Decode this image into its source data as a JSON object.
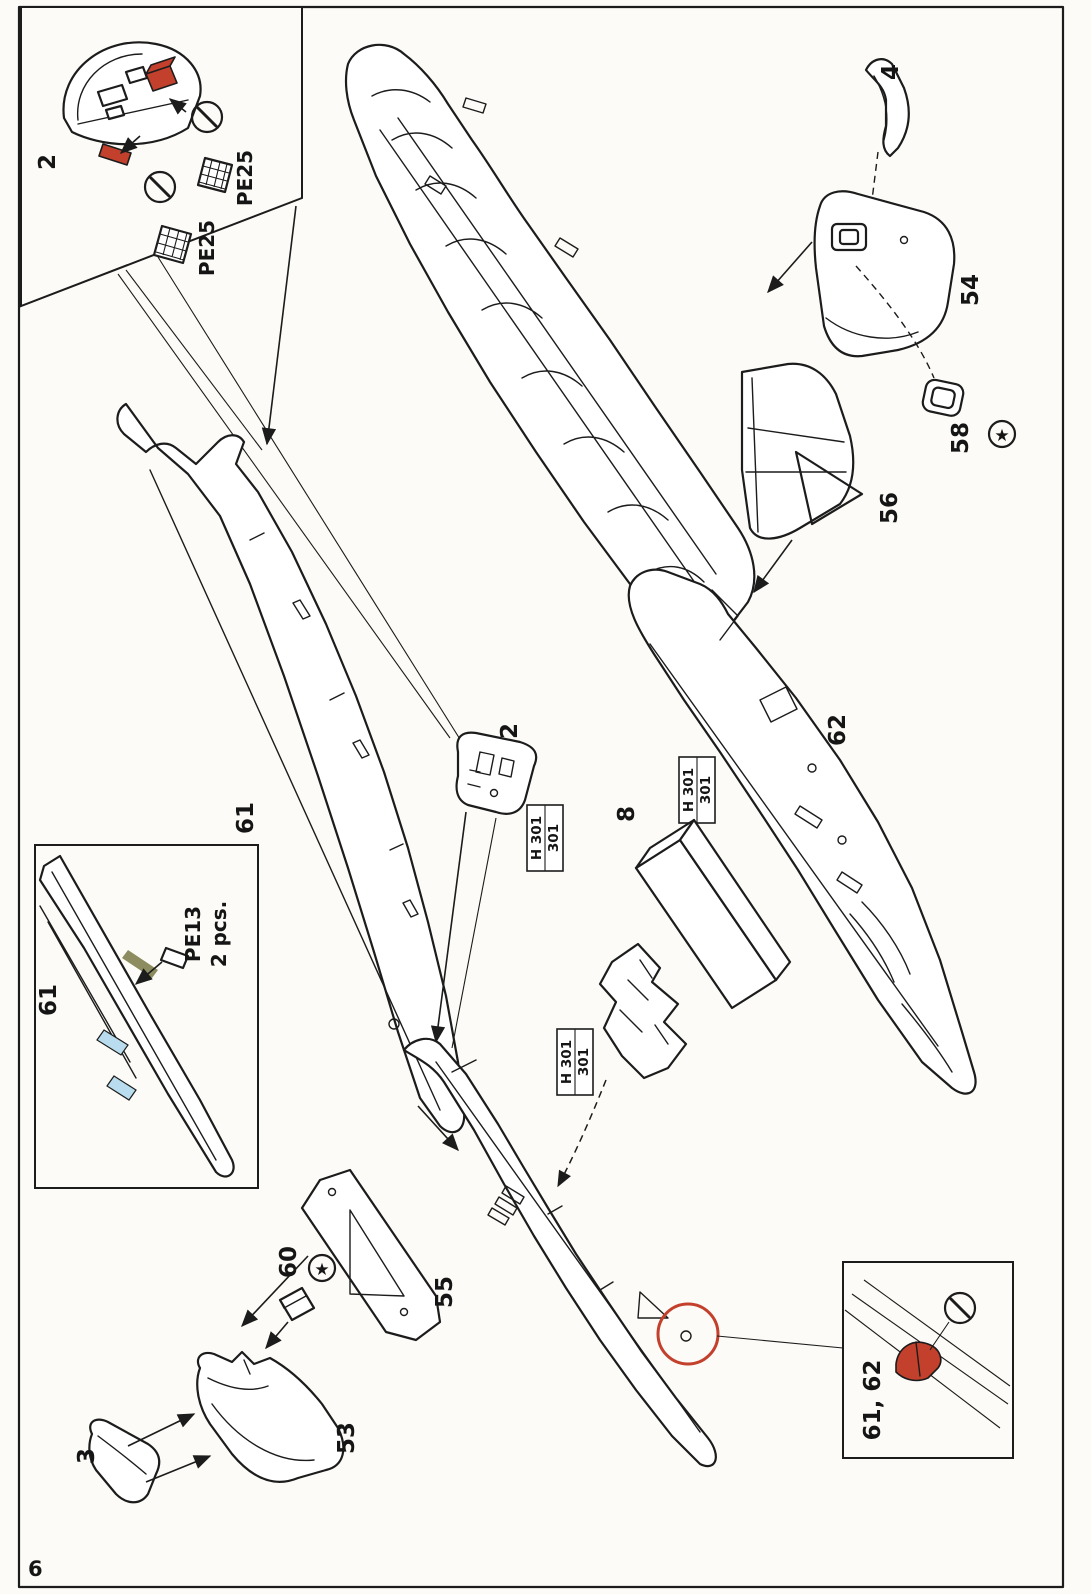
{
  "page": {
    "number": "6"
  },
  "colors": {
    "paper": "#fcfbf7",
    "ink": "#1c1c1c",
    "highlight_red": "#c2402c",
    "highlight_cyan": "#b9ddee",
    "pe_olive": "#8c8c60"
  },
  "symbols": {
    "star": "★"
  },
  "paint": {
    "line1": "H 301",
    "line2": "301"
  },
  "parts": {
    "p2": "2",
    "p3": "3",
    "p4": "4",
    "p8": "8",
    "p53": "53",
    "p54": "54",
    "p55": "55",
    "p56": "56",
    "p58": "58",
    "p60": "60",
    "p61": "61",
    "p62": "62"
  },
  "callouts": {
    "top_inset": {
      "part": "2",
      "pe_upper": "PE25",
      "pe_lower": "PE25"
    },
    "pe13_inset": {
      "part": "61",
      "pe_label": "PE13",
      "pe_qty": "2 pcs."
    },
    "bottom_inset": {
      "parts": "61, 62"
    }
  }
}
